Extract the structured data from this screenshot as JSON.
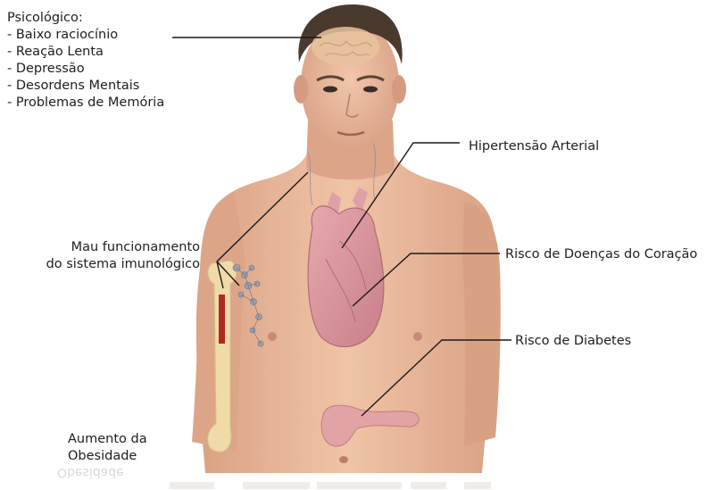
{
  "labels": {
    "psychological": {
      "title": "Psicológico:",
      "items": [
        "- Baixo raciocínio",
        "- Reação Lenta",
        "- Depressão",
        "- Desordens Mentais",
        "- Problemas de Memória"
      ]
    },
    "immune": {
      "line1": "Mau funcionamento",
      "line2": "do sistema imunológico"
    },
    "obesity": {
      "line1": "Aumento da",
      "line2": "Obesidade"
    },
    "hypertension": "Hipertensão Arterial",
    "heart_disease": "Risco de Doenças do Coração",
    "diabetes": "Risco de Diabetes"
  },
  "colors": {
    "skin": "#e8b79b",
    "skin_shadow": "#d49a7d",
    "hair": "#4a3a2e",
    "heart": "#d9949c",
    "pancreas": "#e2a3a6",
    "bone": "#f0dba8",
    "marrow": "#b02a22",
    "leader_line": "#1a1a1a"
  },
  "icons": {
    "brain": "brain-icon",
    "heart": "heart-icon",
    "pancreas": "pancreas-icon",
    "arm_bone": "arm-bone-icon",
    "lymph_nodes": "lymph-nodes-icon"
  }
}
